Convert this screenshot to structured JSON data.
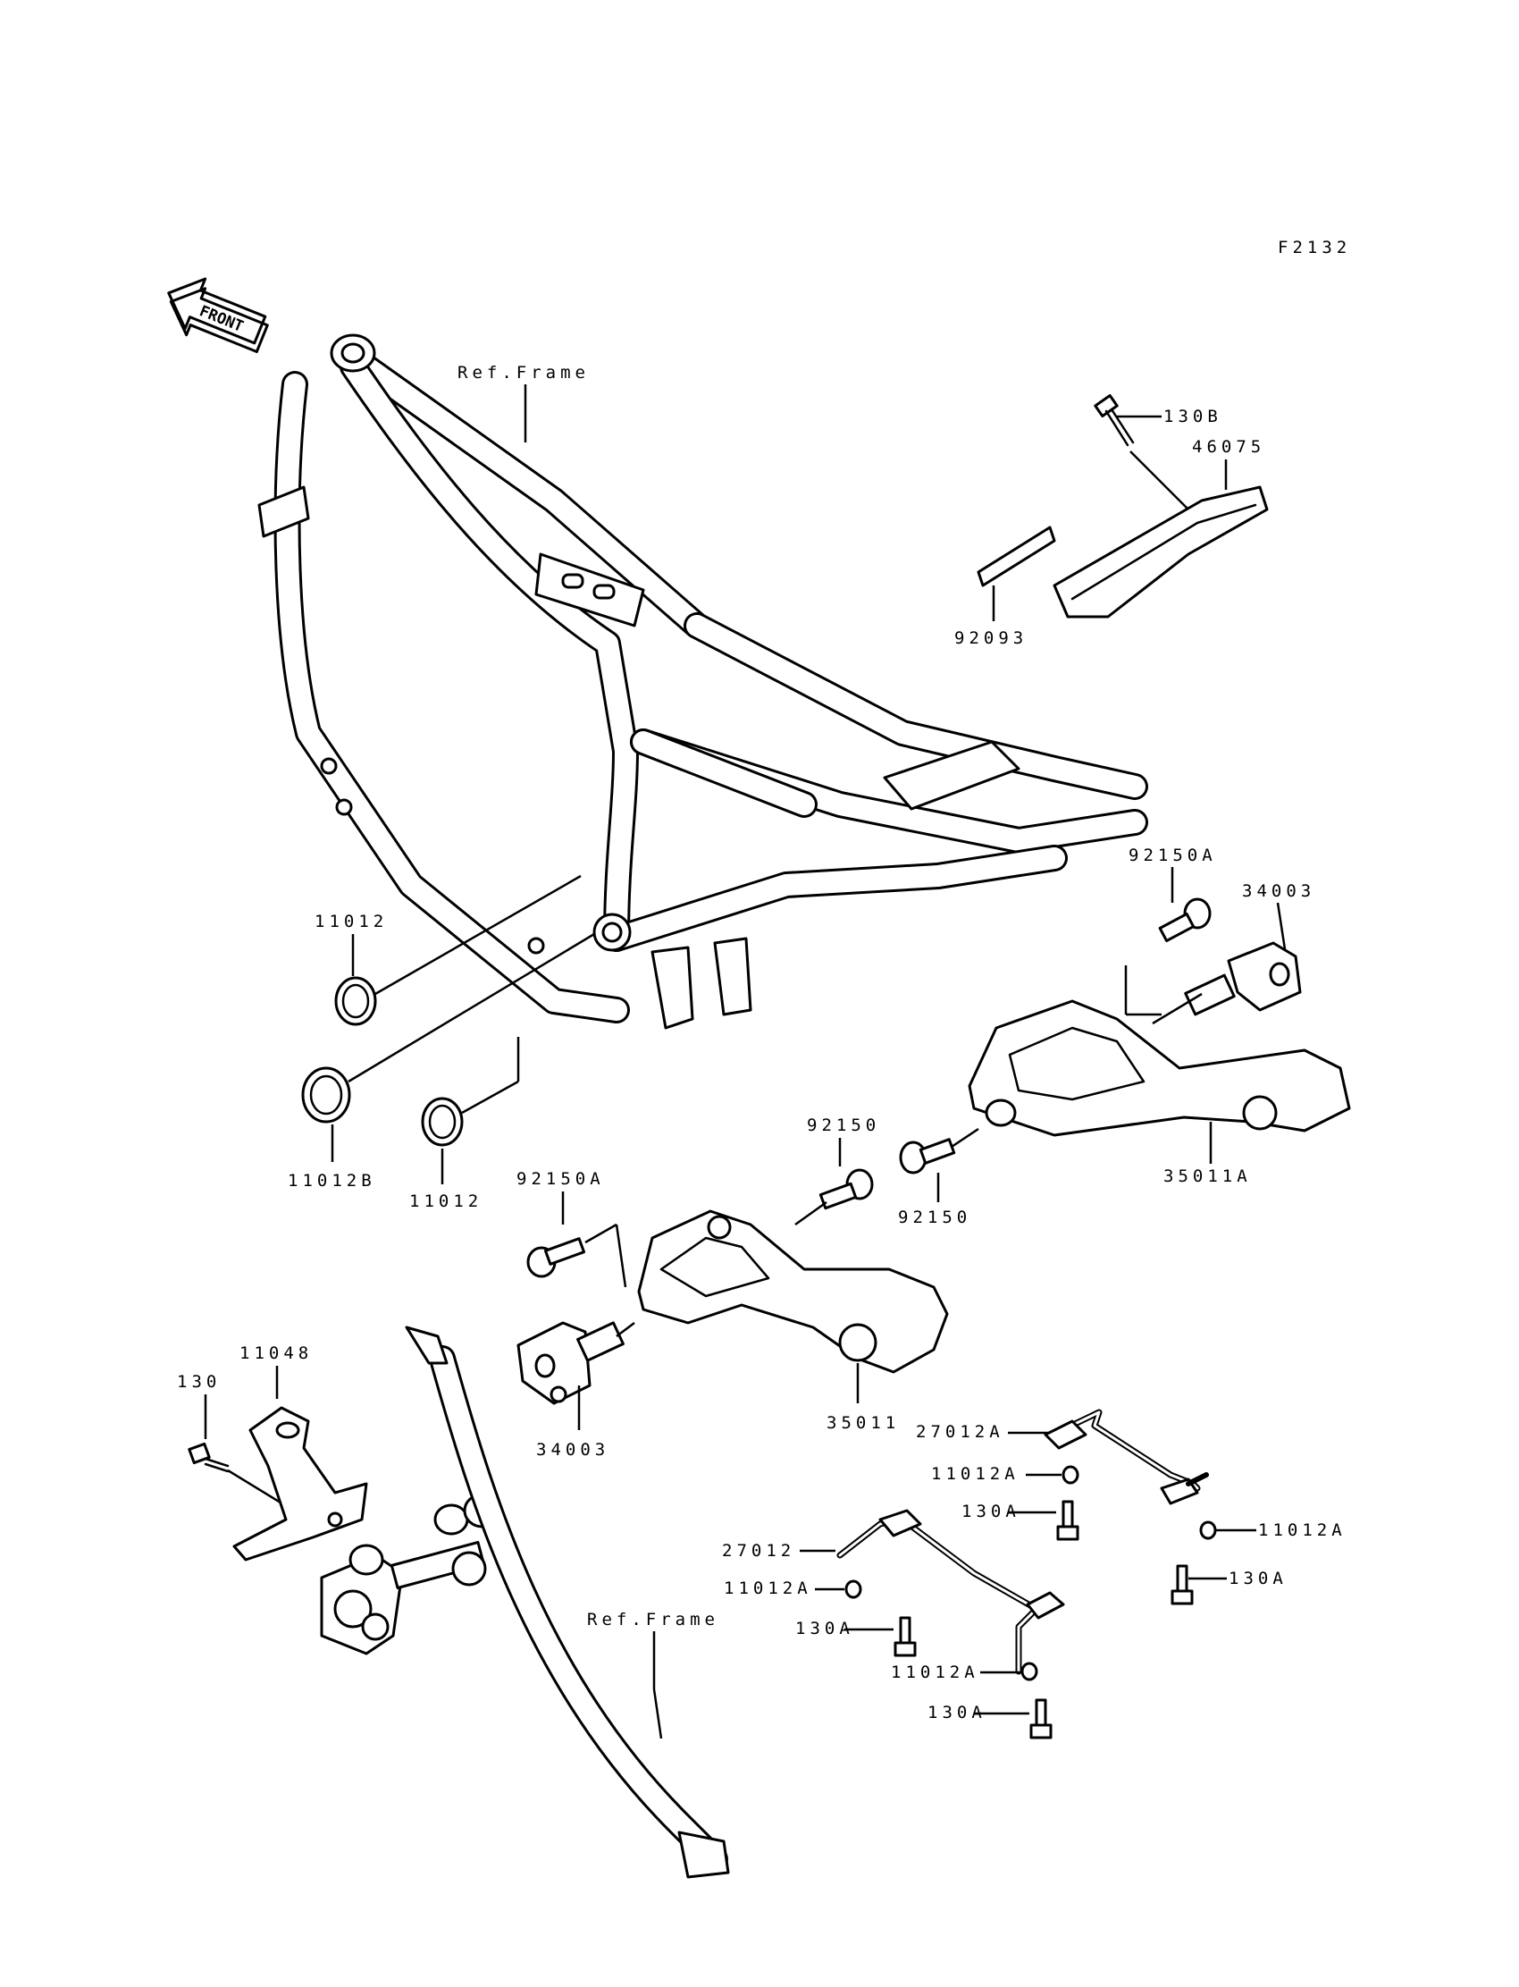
{
  "figure_code": "F2132",
  "front_arrow": {
    "text": "FRONT",
    "icon": "front-arrow-icon"
  },
  "labels": {
    "ref_frame_top": "Ref.Frame",
    "ref_frame_bottom": "Ref.Frame",
    "p130B": "130B",
    "p46075": "46075",
    "p92093": "92093",
    "p92150A_right": "92150A",
    "p34003_right": "34003",
    "p11012_upper": "11012",
    "p11012B": "11012B",
    "p11012_lower": "11012",
    "p92150_top": "92150",
    "p92150_mid": "92150",
    "p35011A": "35011A",
    "p92150A_left": "92150A",
    "p11048": "11048",
    "p130": "130",
    "p34003_left": "34003",
    "p35011": "35011",
    "p27012A": "27012A",
    "p11012A_1": "11012A",
    "p130A_1": "130A",
    "p11012A_2": "11012A",
    "p27012": "27012",
    "p11012A_3": "11012A",
    "p130A_2": "130A",
    "p130A_3": "130A",
    "p11012A_4": "11012A",
    "p130A_4": "130A"
  }
}
